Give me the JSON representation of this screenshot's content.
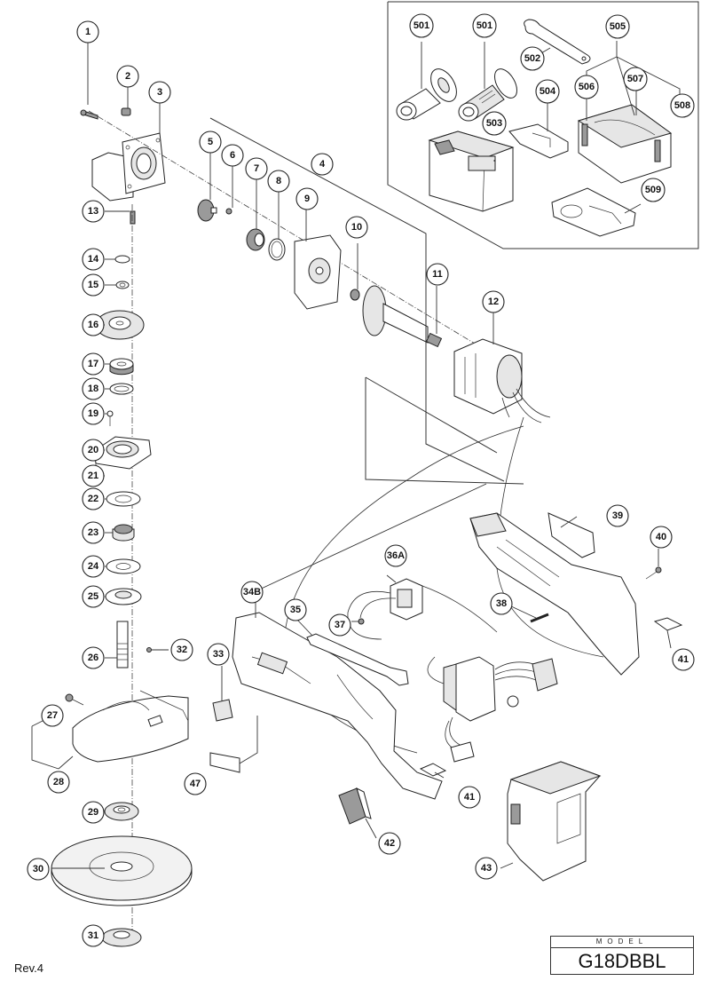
{
  "diagram": {
    "title": "Exploded parts diagram",
    "model_caption": "MODEL",
    "model_name": "G18DBBL",
    "revision": "Rev.4",
    "callouts": {
      "p1": "1",
      "p2": "2",
      "p3": "3",
      "p4": "4",
      "p5": "5",
      "p6": "6",
      "p7": "7",
      "p8": "8",
      "p9": "9",
      "p10": "10",
      "p11": "11",
      "p12": "12",
      "p13": "13",
      "p14": "14",
      "p15": "15",
      "p16": "16",
      "p17": "17",
      "p18": "18",
      "p19": "19",
      "p20": "20",
      "p21": "21",
      "p22": "22",
      "p23": "23",
      "p24": "24",
      "p25": "25",
      "p26": "26",
      "p27": "27",
      "p28": "28",
      "p29": "29",
      "p30": "30",
      "p31": "31",
      "p32": "32",
      "p33": "33",
      "p34B": "34B",
      "p35": "35",
      "p36A": "36A",
      "p37": "37",
      "p38": "38",
      "p39": "39",
      "p40": "40",
      "p41a": "41",
      "p41b": "41",
      "p42": "42",
      "p43": "43",
      "p47": "47",
      "a501a": "501",
      "a501b": "501",
      "a502": "502",
      "a503": "503",
      "a504": "504",
      "a505": "505",
      "a506": "506",
      "a507": "507",
      "a508": "508",
      "a509": "509"
    }
  }
}
